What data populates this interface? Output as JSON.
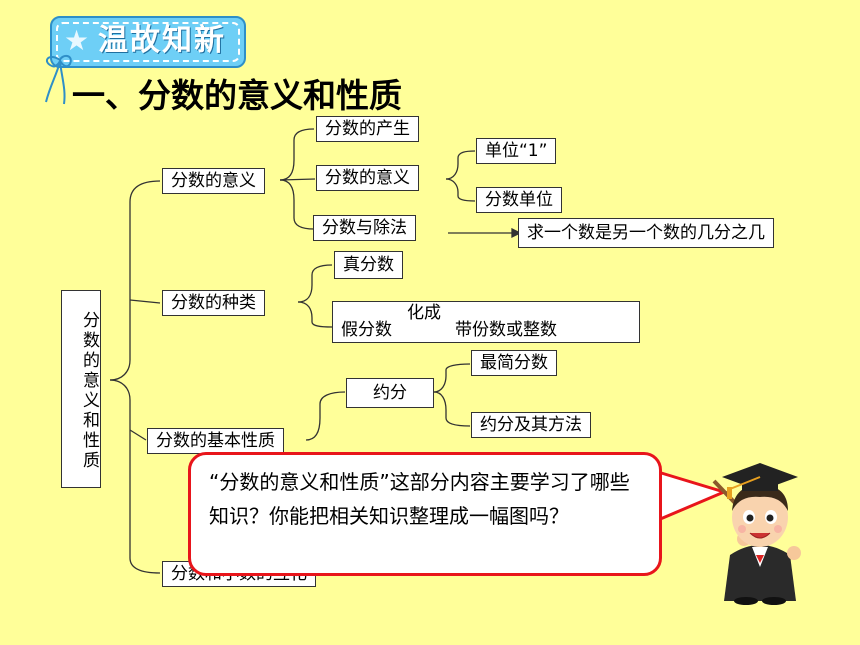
{
  "badge": {
    "star": "★",
    "text": "温故知新"
  },
  "title": "一、分数的意义和性质",
  "root": "分数的意义和性质",
  "branches": {
    "meaning": {
      "label": "分数的意义",
      "children": {
        "origin": "分数的产生",
        "meaning": "分数的意义",
        "division": "分数与除法"
      },
      "meaning_children": {
        "unit_one": "单位“1”",
        "unit_fraction": "分数单位"
      },
      "division_result": "求一个数是另一个数的几分之几"
    },
    "types": {
      "label": "分数的种类",
      "proper": "真分数",
      "improper": "假分数",
      "convert_label": "化成",
      "mixed": "带份数或整数"
    },
    "basic_property": {
      "label": "分数的基本性质",
      "reduce": "约分",
      "reduce_children": {
        "simplest": "最简分数",
        "method": "约分及其方法"
      }
    },
    "conversion": {
      "label": "分数和小数的互化"
    }
  },
  "bubble": {
    "text": "“分数的意义和性质”这部分内容主要学习了哪些知识？你能把相关知识整理成一幅图吗？"
  },
  "colors": {
    "background": "#FFFF99",
    "badge": "#6ECFF6",
    "bubble_border": "#E8151B"
  }
}
